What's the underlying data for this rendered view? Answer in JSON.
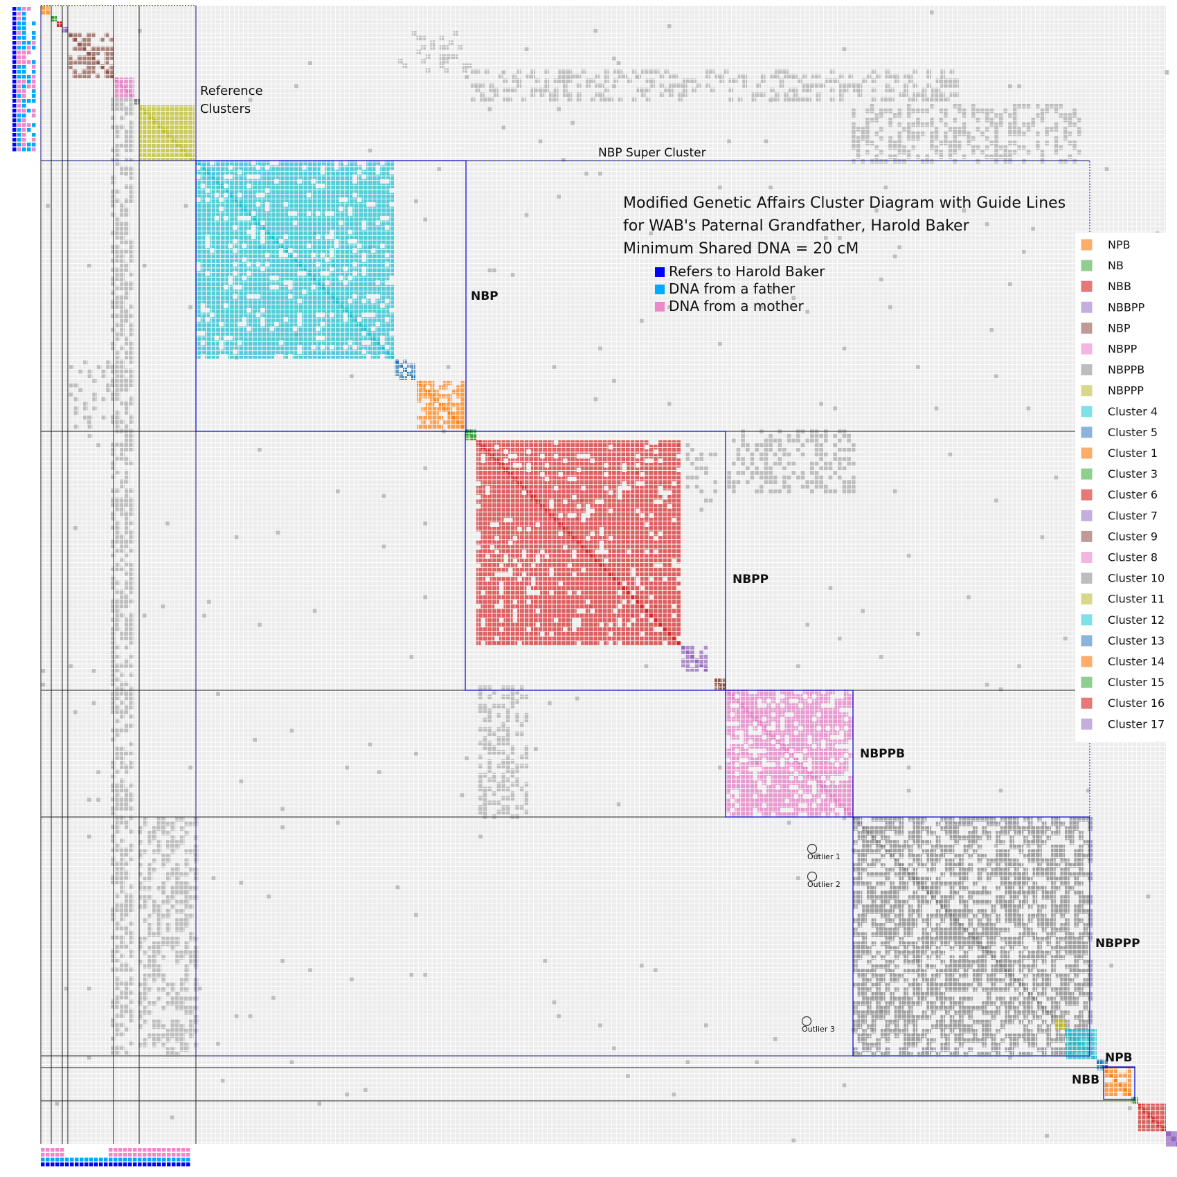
{
  "title": {
    "line1": "Modified Genetic Affairs Cluster Diagram with Guide Lines",
    "line2": "for WAB's Paternal Grandfather, Harold Baker",
    "line3": "Minimum Shared DNA = 20 cM"
  },
  "key": [
    {
      "label": "Refers to Harold Baker",
      "color": "#0000ff"
    },
    {
      "label": "DNA from a father",
      "color": "#00a8ff"
    },
    {
      "label": "DNA from a mother",
      "color": "#ee88cc"
    }
  ],
  "annotations": {
    "reference_clusters": [
      "Reference",
      "Clusters"
    ],
    "super_cluster": "NBP Super Cluster",
    "region_nbp": "NBP",
    "region_nbpp": "NBPP",
    "region_nbppb": "NBPPB",
    "region_nbppp": "NBPPP",
    "region_npb": "NPB",
    "region_nbb": "NBB",
    "outliers": [
      "Outlier 1",
      "Outlier 2",
      "Outlier 3"
    ]
  },
  "legend": [
    {
      "label": "NPB",
      "color": "#fdad6b"
    },
    {
      "label": "NB",
      "color": "#8ecf8e"
    },
    {
      "label": "NBB",
      "color": "#e87878"
    },
    {
      "label": "NBBPP",
      "color": "#c4aee0"
    },
    {
      "label": "NBP",
      "color": "#c09b96"
    },
    {
      "label": "NBPP",
      "color": "#f2b6e0"
    },
    {
      "label": "NBPPB",
      "color": "#bdbdbd"
    },
    {
      "label": "NBPPP",
      "color": "#d8d88a"
    },
    {
      "label": "Cluster 4",
      "color": "#7ee0e8"
    },
    {
      "label": "Cluster 5",
      "color": "#8ab4dc"
    },
    {
      "label": "Cluster 1",
      "color": "#fdad6b"
    },
    {
      "label": "Cluster 3",
      "color": "#8ecf8e"
    },
    {
      "label": "Cluster 6",
      "color": "#e87878"
    },
    {
      "label": "Cluster 7",
      "color": "#c4aee0"
    },
    {
      "label": "Cluster 9",
      "color": "#c09b96"
    },
    {
      "label": "Cluster 8",
      "color": "#f2b6e0"
    },
    {
      "label": "Cluster 10",
      "color": "#bdbdbd"
    },
    {
      "label": "Cluster 11",
      "color": "#d8d88a"
    },
    {
      "label": "Cluster 12",
      "color": "#7ee0e8"
    },
    {
      "label": "Cluster 13",
      "color": "#8ab4dc"
    },
    {
      "label": "Cluster 14",
      "color": "#fdad6b"
    },
    {
      "label": "Cluster 15",
      "color": "#8ecf8e"
    },
    {
      "label": "Cluster 16",
      "color": "#e87878"
    },
    {
      "label": "Cluster 17",
      "color": "#c4aee0"
    }
  ],
  "clusters": [
    {
      "name": "cluster-1-ref",
      "color": "#ff9933",
      "density": 1.0
    },
    {
      "name": "cluster-3-ref",
      "color": "#2ca02c",
      "density": 1.0
    },
    {
      "name": "cluster-6-ref",
      "color": "#d62728",
      "density": 1.0
    },
    {
      "name": "cluster-7-ref",
      "color": "#9467bd",
      "density": 1.0
    },
    {
      "name": "cluster-9-ref",
      "color": "#8c564b",
      "density": 0.55
    },
    {
      "name": "cluster-8-ref",
      "color": "#e377c2",
      "density": 1.0
    },
    {
      "name": "cluster-10-ref",
      "color": "#7f7f7f",
      "density": 1.0
    },
    {
      "name": "cluster-11-ref",
      "color": "#bcbd22",
      "density": 1.0
    },
    {
      "name": "cluster-4",
      "color": "#17becf",
      "density": 0.85
    },
    {
      "name": "cluster-5",
      "color": "#1f77b4",
      "density": 0.6
    },
    {
      "name": "cluster-1",
      "color": "#ff7f0e",
      "density": 0.7
    },
    {
      "name": "cluster-3",
      "color": "#2ca02c",
      "density": 1.0
    },
    {
      "name": "cluster-6",
      "color": "#d62728",
      "density": 0.88
    },
    {
      "name": "cluster-7",
      "color": "#9467bd",
      "density": 0.75
    },
    {
      "name": "cluster-9",
      "color": "#8c564b",
      "density": 1.0
    },
    {
      "name": "cluster-8",
      "color": "#e377c2",
      "density": 0.72
    },
    {
      "name": "cluster-10",
      "color": "#7f7f7f",
      "density": 0.6
    },
    {
      "name": "cluster-11",
      "color": "#bcbd22",
      "density": 1.0
    },
    {
      "name": "cluster-12",
      "color": "#17becf",
      "density": 1.0
    },
    {
      "name": "cluster-13",
      "color": "#1f77b4",
      "density": 1.0
    },
    {
      "name": "cluster-14",
      "color": "#ff7f0e",
      "density": 0.85
    },
    {
      "name": "cluster-15",
      "color": "#2ca02c",
      "density": 1.0
    },
    {
      "name": "cluster-16",
      "color": "#d62728",
      "density": 1.0
    },
    {
      "name": "cluster-17",
      "color": "#9467bd",
      "density": 1.0
    }
  ],
  "colors": {
    "background_cell": "#ececec",
    "gridline": "#ffffff",
    "cross_match": "#bdbdbd",
    "guide_line": "#222222",
    "box_line": "#0000cc"
  }
}
